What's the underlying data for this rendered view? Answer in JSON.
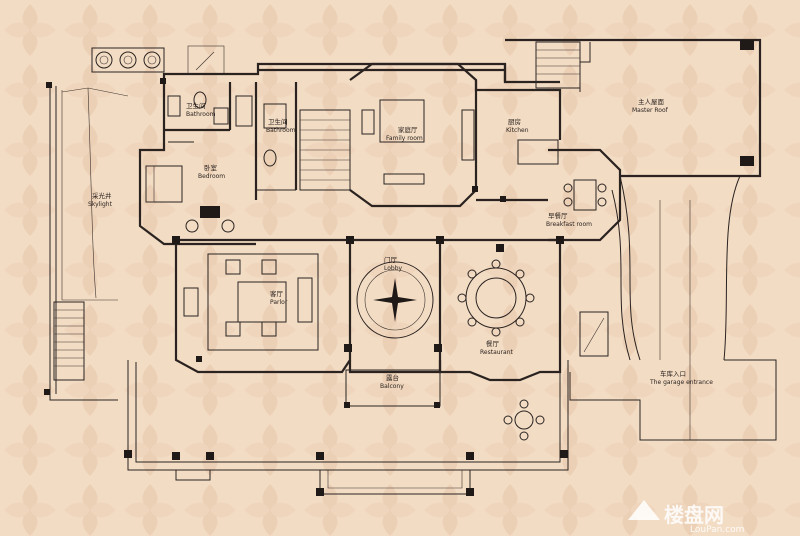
{
  "rooms": {
    "bathroom1": {
      "cn": "卫生间",
      "en": "Bathroom"
    },
    "bathroom2": {
      "cn": "卫生间",
      "en": "Bathroom"
    },
    "bedroom": {
      "cn": "卧室",
      "en": "Bedroom"
    },
    "family_room": {
      "cn": "家庭厅",
      "en": "Family room"
    },
    "kitchen": {
      "cn": "厨房",
      "en": "Kitchen"
    },
    "master_roof": {
      "cn": "主人屋面",
      "en": "Master Roof"
    },
    "skylight": {
      "cn": "采光井",
      "en": "Skylight"
    },
    "breakfast": {
      "cn": "早餐厅",
      "en": "Breakfast room"
    },
    "parlor": {
      "cn": "客厅",
      "en": "Parlor"
    },
    "lobby": {
      "cn": "门厅",
      "en": "Lobby"
    },
    "restaurant": {
      "cn": "餐厅",
      "en": "Restaurant"
    },
    "balcony": {
      "cn": "露台",
      "en": "Balcony"
    },
    "garage": {
      "cn": "车库入口",
      "en": "The garage entrance"
    }
  },
  "watermark": {
    "brand": "楼盘网",
    "url": "LouPan.com"
  },
  "colors": {
    "background": "#f3dcc4",
    "line": "#2a2320"
  }
}
